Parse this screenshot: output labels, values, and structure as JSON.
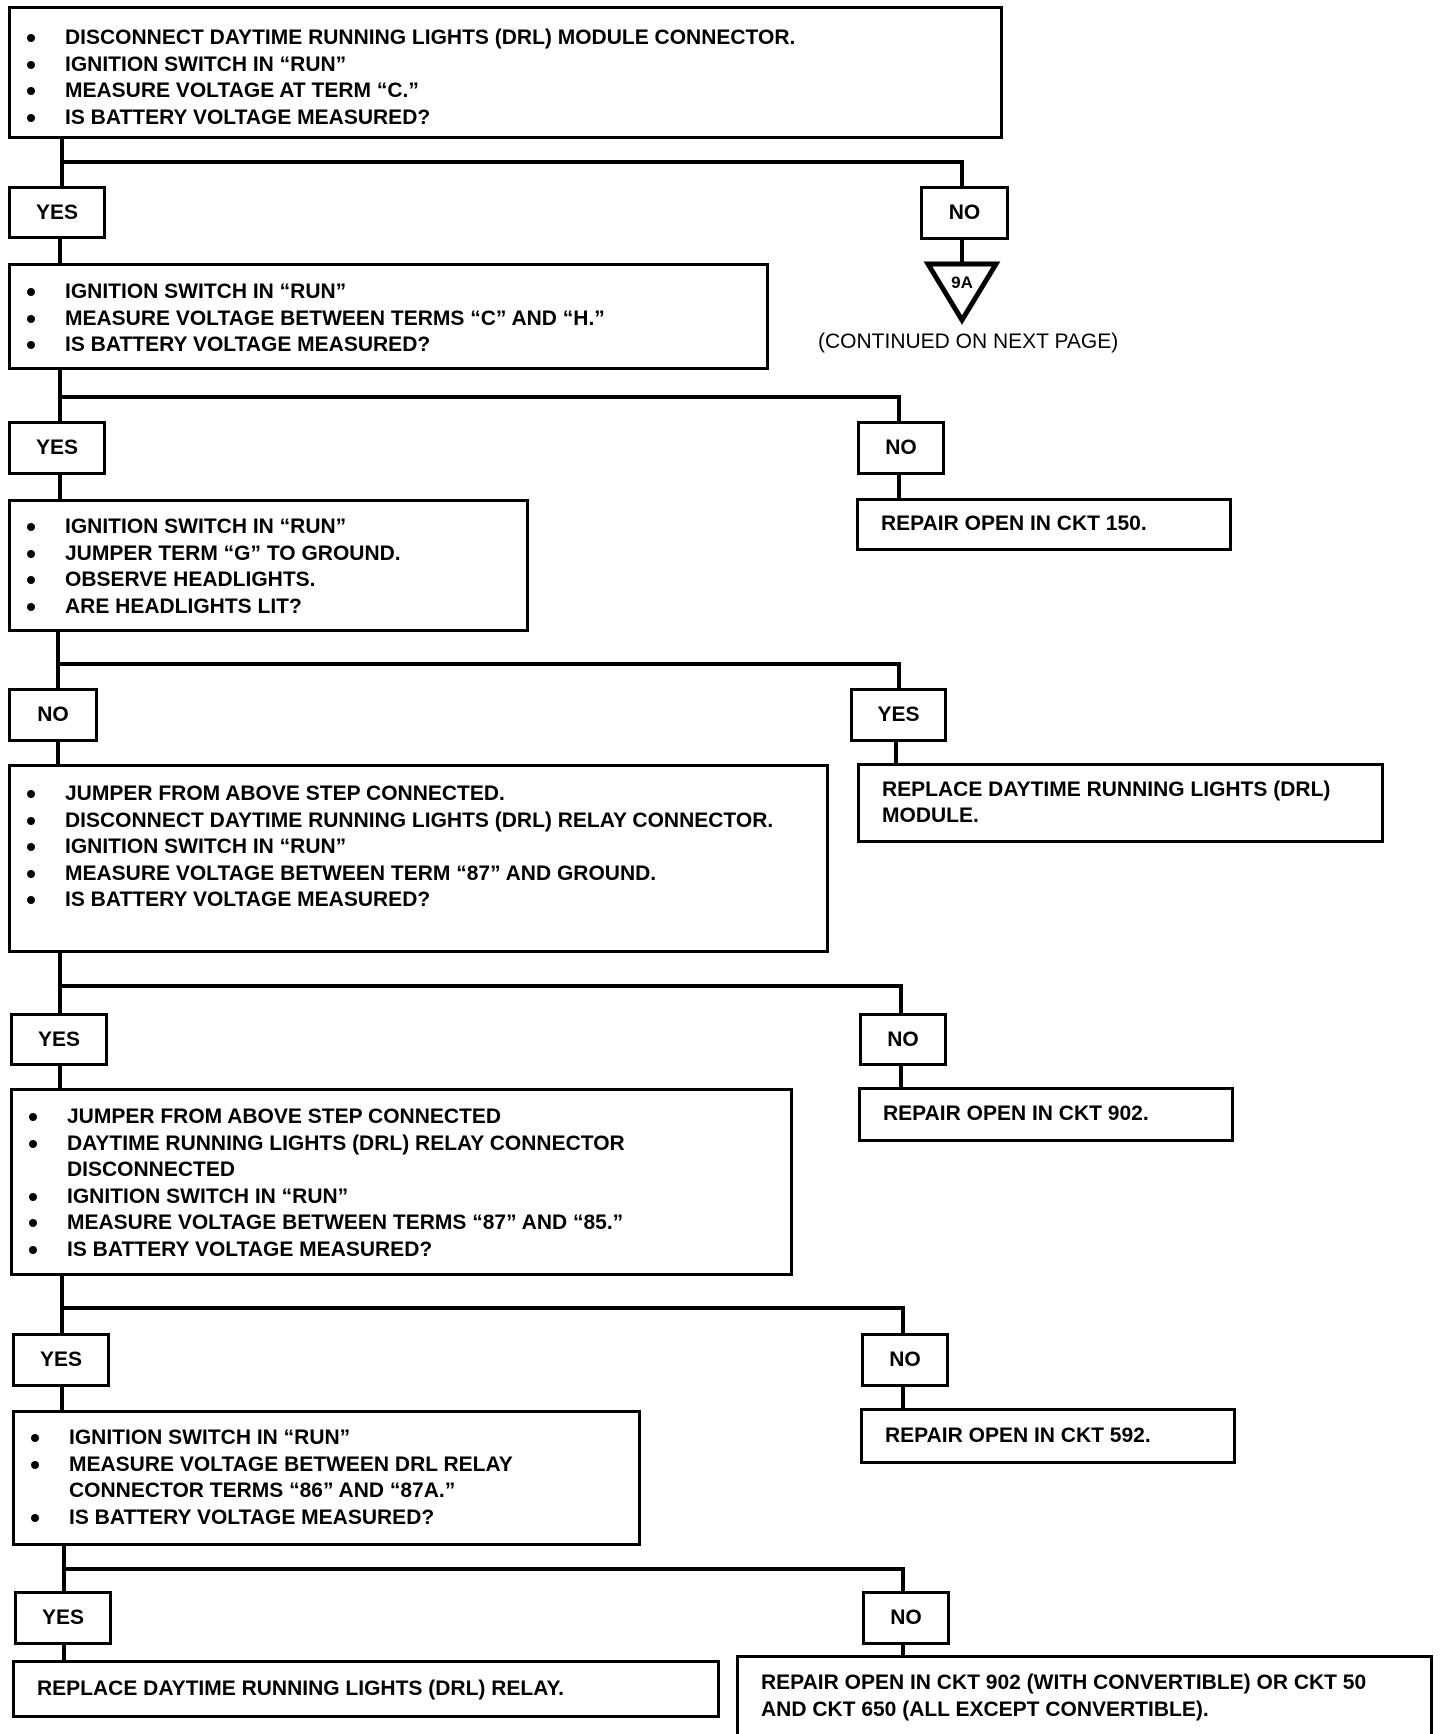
{
  "step1": [
    "DISCONNECT DAYTIME RUNNING LIGHTS (DRL) MODULE CONNECTOR.",
    "IGNITION SWITCH IN “RUN”",
    "MEASURE VOLTAGE AT TERM “C.”",
    "IS BATTERY VOLTAGE MEASURED?"
  ],
  "step2": [
    "IGNITION SWITCH IN “RUN”",
    "MEASURE VOLTAGE BETWEEN TERMS “C” AND “H.”",
    "IS BATTERY VOLTAGE MEASURED?"
  ],
  "step3": [
    "IGNITION SWITCH IN “RUN”",
    "JUMPER TERM “G” TO GROUND.",
    "OBSERVE HEADLIGHTS.",
    "ARE HEADLIGHTS LIT?"
  ],
  "step4": [
    "JUMPER FROM ABOVE STEP CONNECTED.",
    "DISCONNECT DAYTIME RUNNING LIGHTS (DRL) RELAY CONNECTOR.",
    "IGNITION SWITCH IN “RUN”",
    "MEASURE VOLTAGE BETWEEN TERM “87” AND GROUND.",
    "IS BATTERY VOLTAGE MEASURED?"
  ],
  "step5": [
    "JUMPER FROM ABOVE STEP CONNECTED",
    "DAYTIME RUNNING LIGHTS (DRL) RELAY CONNECTOR DISCONNECTED",
    "IGNITION SWITCH IN “RUN”",
    "MEASURE VOLTAGE BETWEEN TERMS “87” AND “85.”",
    "IS BATTERY VOLTAGE MEASURED?"
  ],
  "step6": [
    "IGNITION SWITCH IN “RUN”",
    "MEASURE VOLTAGE BETWEEN DRL RELAY CONNECTOR TERMS “86” AND “87A.”",
    "IS BATTERY VOLTAGE MEASURED?"
  ],
  "labels": {
    "yes": "YES",
    "no": "NO"
  },
  "connector": {
    "label": "9A",
    "note": "(CONTINUED ON NEXT PAGE)"
  },
  "actions": {
    "repair_150": "REPAIR OPEN IN CKT 150.",
    "replace_module": "REPLACE DAYTIME RUNNING LIGHTS (DRL) MODULE.",
    "repair_902": "REPAIR OPEN IN CKT 902.",
    "repair_592": "REPAIR OPEN IN CKT 592.",
    "replace_relay": "REPLACE DAYTIME RUNNING LIGHTS (DRL) RELAY.",
    "repair_final": "REPAIR OPEN IN CKT 902 (WITH CONVERTIBLE) OR CKT 50 AND CKT 650 (ALL EXCEPT CONVERTIBLE)."
  }
}
